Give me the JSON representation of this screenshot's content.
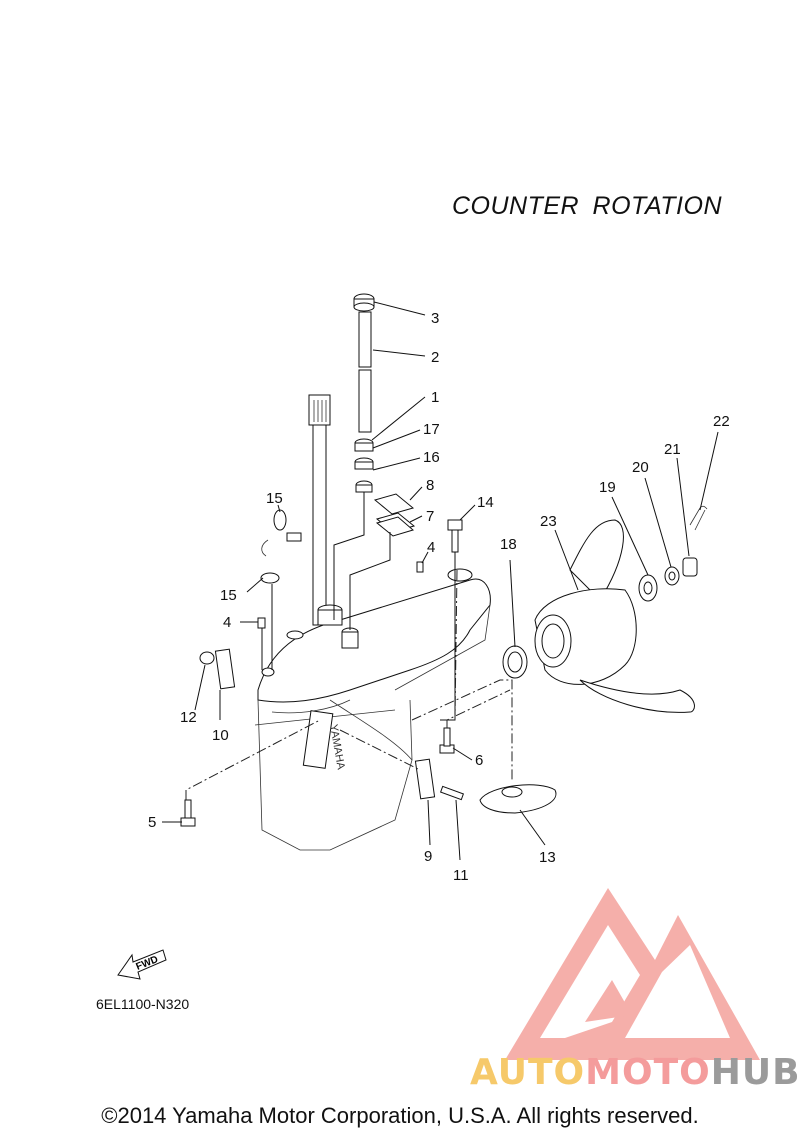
{
  "title": "COUNTER  ROTATION",
  "diagram_code": "6EL1100-N320",
  "copyright": "©2014 Yamaha Motor Corporation, U.S.A. All rights reserved.",
  "fwd_label": "FWD",
  "brand_label": "YAMAHA",
  "watermark": {
    "part1": "AUTO",
    "part2": "MOTO",
    "part3": "HUB",
    "color_a": "#f6c96a",
    "color_m": "#f49c9c",
    "color_h": "#9b9b9b"
  },
  "callouts": {
    "c1": "1",
    "c2": "2",
    "c3": "3",
    "c4a": "4",
    "c4b": "4",
    "c5": "5",
    "c6": "6",
    "c7": "7",
    "c8": "8",
    "c9": "9",
    "c10": "10",
    "c11": "11",
    "c12": "12",
    "c13": "13",
    "c14": "14",
    "c15a": "15",
    "c15b": "15",
    "c16": "16",
    "c17": "17",
    "c18": "18",
    "c19": "19",
    "c20": "20",
    "c21": "21",
    "c22": "22",
    "c23": "23"
  }
}
